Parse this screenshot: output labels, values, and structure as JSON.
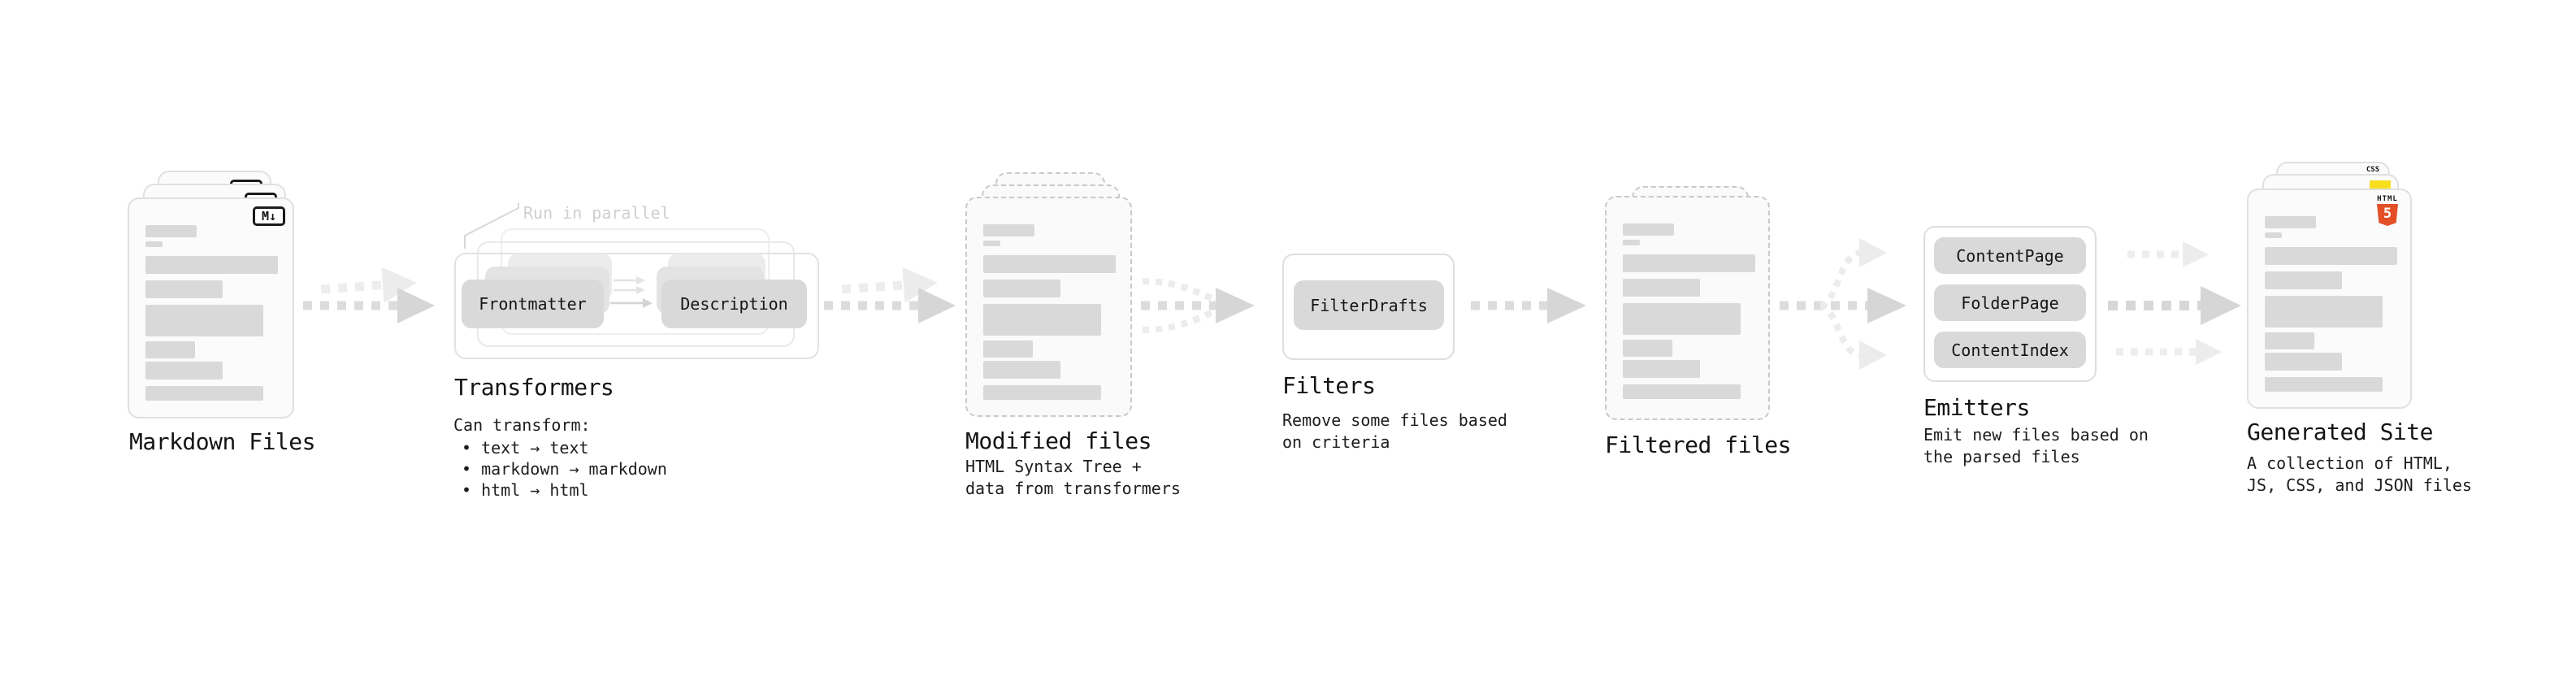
{
  "stages": {
    "markdown_files": {
      "title": "Markdown Files"
    },
    "transformers": {
      "note": "Run in parallel",
      "steps": [
        "Frontmatter",
        "Description"
      ],
      "title": "Transformers",
      "subtitle": "Can transform:",
      "bullets": [
        "text → text",
        "markdown → markdown",
        "html → html"
      ]
    },
    "modified_files": {
      "title": "Modified files",
      "subtitle": "HTML Syntax Tree +\ndata from transformers"
    },
    "filters": {
      "title": "Filters",
      "steps": [
        "FilterDrafts"
      ],
      "subtitle": "Remove some files based\non criteria"
    },
    "filtered_files": {
      "title": "Filtered files"
    },
    "emitters": {
      "title": "Emitters",
      "steps": [
        "ContentPage",
        "FolderPage",
        "ContentIndex"
      ],
      "subtitle": "Emit new files based on\nthe parsed files"
    },
    "generated_site": {
      "title": "Generated Site",
      "subtitle": "A collection of HTML,\nJS, CSS, and JSON files"
    }
  },
  "badges": {
    "markdown": "M↓",
    "html5_word": "HTML",
    "html5_glyph": "5",
    "css_word": "CSS",
    "colors": {
      "html5": "#e34f26",
      "js": "#f7df1e",
      "css": "#1572b6"
    }
  }
}
